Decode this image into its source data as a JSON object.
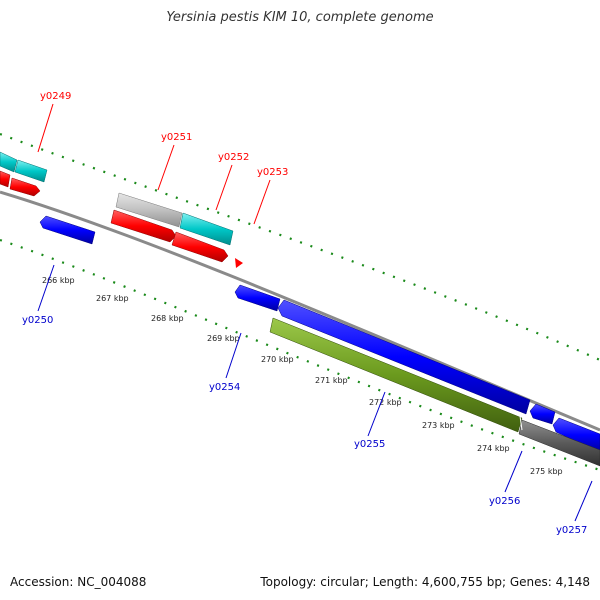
{
  "title": "Yersinia pestis KIM 10, complete genome",
  "footer": {
    "accession_label": "Accession:",
    "accession": "NC_004088",
    "topology_label": "Topology:",
    "topology": "circular",
    "length_label": "Length:",
    "length": "4,600,755 bp",
    "genes_label": "Genes:",
    "genes": "4,148"
  },
  "colors": {
    "forward_gene": "#ff0000",
    "reverse_gene": "#0000ff",
    "cyan_feature": "#00c8c8",
    "grey_feature": "#c0c0c0",
    "olive_feature": "#6b9a1e",
    "dark_feature": "#555555",
    "gc_marks": "#1a8a1a",
    "backbone": "#808080"
  },
  "scale_labels": [
    "266 kbp",
    "267 kbp",
    "268 kbp",
    "269 kbp",
    "270 kbp",
    "271 kbp",
    "272 kbp",
    "273 kbp",
    "274 kbp",
    "275 kbp"
  ],
  "gene_labels": [
    {
      "name": "y0249",
      "strand": "forward"
    },
    {
      "name": "y0251",
      "strand": "forward"
    },
    {
      "name": "y0252",
      "strand": "forward"
    },
    {
      "name": "y0253",
      "strand": "forward"
    },
    {
      "name": "y0250",
      "strand": "reverse"
    },
    {
      "name": "y0254",
      "strand": "reverse"
    },
    {
      "name": "y0255",
      "strand": "reverse"
    },
    {
      "name": "y0256",
      "strand": "reverse"
    },
    {
      "name": "y0257",
      "strand": "reverse"
    }
  ]
}
